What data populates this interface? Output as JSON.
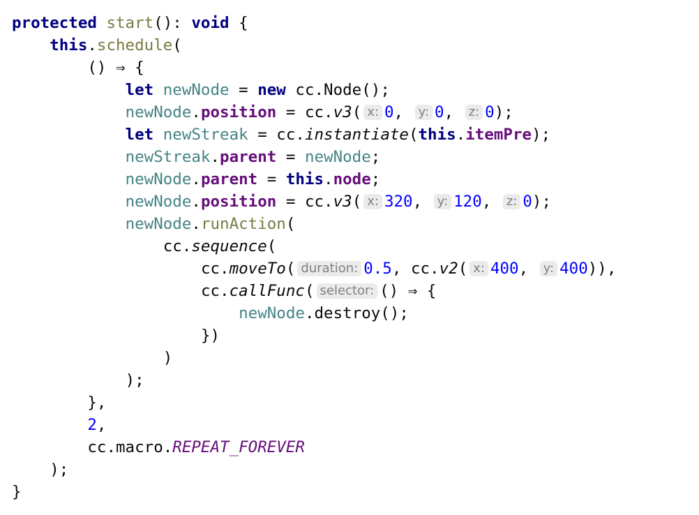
{
  "editor": {
    "lines": [
      {
        "indent": 0,
        "tokens": [
          {
            "t": "kw",
            "v": "protected"
          },
          {
            "t": "punct",
            "v": " "
          },
          {
            "t": "fn",
            "v": "start"
          },
          {
            "t": "punct",
            "v": "(): "
          },
          {
            "t": "kw",
            "v": "void"
          },
          {
            "t": "punct",
            "v": " {"
          }
        ]
      },
      {
        "indent": 1,
        "tokens": [
          {
            "t": "kw",
            "v": "this"
          },
          {
            "t": "punct",
            "v": "."
          },
          {
            "t": "fn",
            "v": "schedule"
          },
          {
            "t": "punct",
            "v": "("
          }
        ]
      },
      {
        "indent": 2,
        "tokens": [
          {
            "t": "punct",
            "v": "() ⇒ {"
          }
        ]
      },
      {
        "indent": 3,
        "tokens": [
          {
            "t": "kw",
            "v": "let"
          },
          {
            "t": "punct",
            "v": " "
          },
          {
            "t": "var",
            "v": "newNode"
          },
          {
            "t": "punct",
            "v": " = "
          },
          {
            "t": "kw",
            "v": "new"
          },
          {
            "t": "punct",
            "v": " cc.Node();"
          }
        ]
      },
      {
        "indent": 3,
        "tokens": [
          {
            "t": "var",
            "v": "newNode"
          },
          {
            "t": "punct",
            "v": "."
          },
          {
            "t": "prop",
            "v": "position"
          },
          {
            "t": "punct",
            "v": " = cc."
          },
          {
            "t": "it",
            "v": "v3"
          },
          {
            "t": "punct",
            "v": "("
          },
          {
            "t": "hint",
            "v": "x:"
          },
          {
            "t": "num",
            "v": "0"
          },
          {
            "t": "punct",
            "v": ", "
          },
          {
            "t": "hint",
            "v": "y:"
          },
          {
            "t": "num",
            "v": "0"
          },
          {
            "t": "punct",
            "v": ", "
          },
          {
            "t": "hint",
            "v": "z:"
          },
          {
            "t": "num",
            "v": "0"
          },
          {
            "t": "punct",
            "v": ");"
          }
        ]
      },
      {
        "indent": 3,
        "tokens": [
          {
            "t": "kw",
            "v": "let"
          },
          {
            "t": "punct",
            "v": " "
          },
          {
            "t": "var",
            "v": "newStreak"
          },
          {
            "t": "punct",
            "v": " = cc."
          },
          {
            "t": "it",
            "v": "instantiate"
          },
          {
            "t": "punct",
            "v": "("
          },
          {
            "t": "kw",
            "v": "this"
          },
          {
            "t": "punct",
            "v": "."
          },
          {
            "t": "prop",
            "v": "itemPre"
          },
          {
            "t": "punct",
            "v": ");"
          }
        ]
      },
      {
        "indent": 3,
        "tokens": [
          {
            "t": "var",
            "v": "newStreak"
          },
          {
            "t": "punct",
            "v": "."
          },
          {
            "t": "prop",
            "v": "parent"
          },
          {
            "t": "punct",
            "v": " = "
          },
          {
            "t": "var",
            "v": "newNode"
          },
          {
            "t": "punct",
            "v": ";"
          }
        ]
      },
      {
        "indent": 3,
        "tokens": [
          {
            "t": "var",
            "v": "newNode"
          },
          {
            "t": "punct",
            "v": "."
          },
          {
            "t": "prop",
            "v": "parent"
          },
          {
            "t": "punct",
            "v": " = "
          },
          {
            "t": "kw",
            "v": "this"
          },
          {
            "t": "punct",
            "v": "."
          },
          {
            "t": "prop",
            "v": "node"
          },
          {
            "t": "punct",
            "v": ";"
          }
        ]
      },
      {
        "indent": 3,
        "tokens": [
          {
            "t": "var",
            "v": "newNode"
          },
          {
            "t": "punct",
            "v": "."
          },
          {
            "t": "prop",
            "v": "position"
          },
          {
            "t": "punct",
            "v": " = cc."
          },
          {
            "t": "it",
            "v": "v3"
          },
          {
            "t": "punct",
            "v": "("
          },
          {
            "t": "hint",
            "v": "x:"
          },
          {
            "t": "num",
            "v": "320"
          },
          {
            "t": "punct",
            "v": ", "
          },
          {
            "t": "hint",
            "v": "y:"
          },
          {
            "t": "num",
            "v": "120"
          },
          {
            "t": "punct",
            "v": ", "
          },
          {
            "t": "hint",
            "v": "z:"
          },
          {
            "t": "num",
            "v": "0"
          },
          {
            "t": "punct",
            "v": ");"
          }
        ]
      },
      {
        "indent": 3,
        "tokens": [
          {
            "t": "var",
            "v": "newNode"
          },
          {
            "t": "punct",
            "v": "."
          },
          {
            "t": "fn",
            "v": "runAction"
          },
          {
            "t": "punct",
            "v": "("
          }
        ]
      },
      {
        "indent": 4,
        "tokens": [
          {
            "t": "punct",
            "v": "cc."
          },
          {
            "t": "it",
            "v": "sequence"
          },
          {
            "t": "punct",
            "v": "("
          }
        ]
      },
      {
        "indent": 5,
        "tokens": [
          {
            "t": "punct",
            "v": "cc."
          },
          {
            "t": "it",
            "v": "moveTo"
          },
          {
            "t": "punct",
            "v": "("
          },
          {
            "t": "hint",
            "v": "duration:"
          },
          {
            "t": "num",
            "v": "0.5"
          },
          {
            "t": "punct",
            "v": ", cc."
          },
          {
            "t": "it",
            "v": "v2"
          },
          {
            "t": "punct",
            "v": "("
          },
          {
            "t": "hint",
            "v": "x:"
          },
          {
            "t": "num",
            "v": "400"
          },
          {
            "t": "punct",
            "v": ", "
          },
          {
            "t": "hint",
            "v": "y:"
          },
          {
            "t": "num",
            "v": "400"
          },
          {
            "t": "punct",
            "v": ")),"
          }
        ]
      },
      {
        "indent": 5,
        "tokens": [
          {
            "t": "punct",
            "v": "cc."
          },
          {
            "t": "it",
            "v": "callFunc"
          },
          {
            "t": "punct",
            "v": "("
          },
          {
            "t": "hint",
            "v": "selector:"
          },
          {
            "t": "punct",
            "v": "() ⇒ {"
          }
        ]
      },
      {
        "indent": 6,
        "tokens": [
          {
            "t": "var",
            "v": "newNode"
          },
          {
            "t": "punct",
            "v": ".destroy();"
          }
        ]
      },
      {
        "indent": 5,
        "tokens": [
          {
            "t": "punct",
            "v": "})"
          }
        ]
      },
      {
        "indent": 4,
        "tokens": [
          {
            "t": "punct",
            "v": ")"
          }
        ]
      },
      {
        "indent": 3,
        "tokens": [
          {
            "t": "punct",
            "v": ");"
          }
        ]
      },
      {
        "indent": 2,
        "tokens": [
          {
            "t": "punct",
            "v": "},"
          }
        ]
      },
      {
        "indent": 2,
        "tokens": [
          {
            "t": "num",
            "v": "2"
          },
          {
            "t": "punct",
            "v": ","
          }
        ]
      },
      {
        "indent": 2,
        "tokens": [
          {
            "t": "punct",
            "v": "cc.macro."
          },
          {
            "t": "const",
            "v": "REPEAT_FOREVER"
          }
        ]
      },
      {
        "indent": 1,
        "tokens": [
          {
            "t": "punct",
            "v": ");"
          }
        ]
      },
      {
        "indent": 0,
        "tokens": [
          {
            "t": "punct",
            "v": "}"
          }
        ]
      }
    ]
  }
}
